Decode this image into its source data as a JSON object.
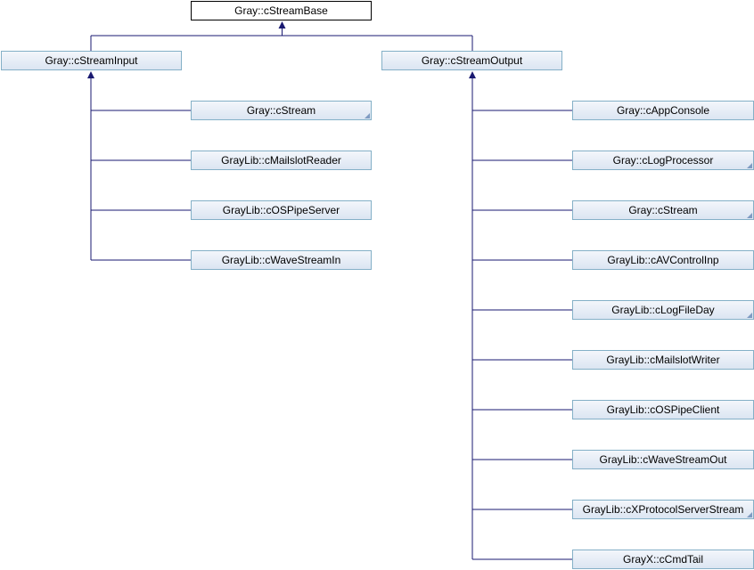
{
  "diagram": {
    "root": {
      "id": "base",
      "label": "Gray::cStreamBase",
      "more": false
    },
    "branches": [
      {
        "id": "input",
        "label": "Gray::cStreamInput",
        "more": false,
        "children": [
          {
            "label": "Gray::cStream",
            "more": true
          },
          {
            "label": "GrayLib::cMailslotReader",
            "more": false
          },
          {
            "label": "GrayLib::cOSPipeServer",
            "more": false
          },
          {
            "label": "GrayLib::cWaveStreamIn",
            "more": false
          }
        ]
      },
      {
        "id": "output",
        "label": "Gray::cStreamOutput",
        "more": false,
        "children": [
          {
            "label": "Gray::cAppConsole",
            "more": false
          },
          {
            "label": "Gray::cLogProcessor",
            "more": true
          },
          {
            "label": "Gray::cStream",
            "more": true
          },
          {
            "label": "GrayLib::cAVControlInp",
            "more": false
          },
          {
            "label": "GrayLib::cLogFileDay",
            "more": true
          },
          {
            "label": "GrayLib::cMailslotWriter",
            "more": false
          },
          {
            "label": "GrayLib::cOSPipeClient",
            "more": false
          },
          {
            "label": "GrayLib::cWaveStreamOut",
            "more": false
          },
          {
            "label": "GrayLib::cXProtocolServerStream",
            "more": true
          },
          {
            "label": "GrayX::cCmdTail",
            "more": false
          }
        ]
      }
    ],
    "colors": {
      "edge": "#191970",
      "node_border": "#84b0c7",
      "node_fill": "#dbe5f2"
    }
  }
}
